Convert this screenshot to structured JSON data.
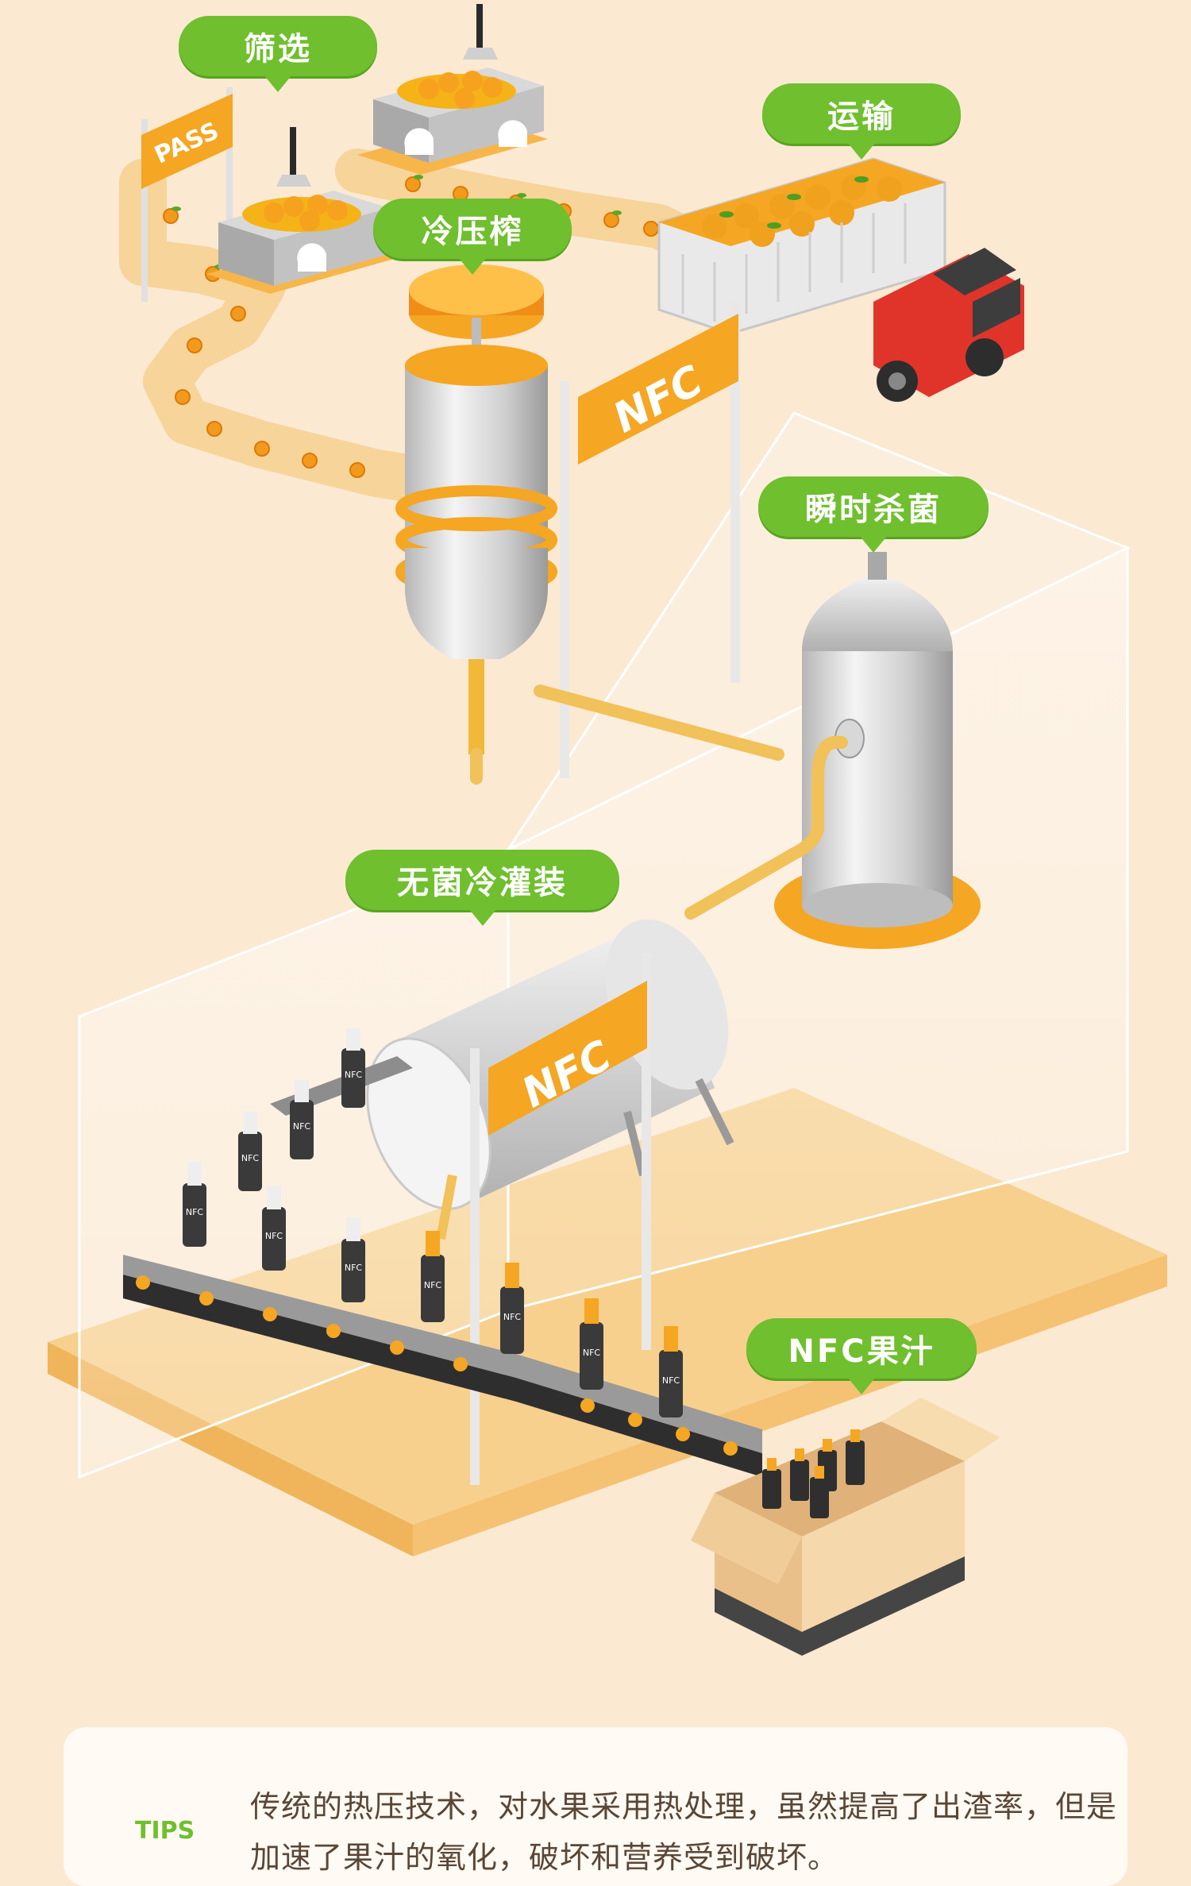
{
  "steps": {
    "screening": "筛选",
    "transport": "运输",
    "cold_press": "冷压榨",
    "flash_sterilize": "瞬时杀菌",
    "aseptic_fill": "无菌冷灌装",
    "nfc_juice": "NFC果汁"
  },
  "gate_sign": "PASS",
  "nfc_logo": "NFC",
  "bottle_label": "NFC",
  "tips": {
    "badge": "TIPS",
    "mark": "!",
    "text": "传统的热压技术，对水果采用热处理，虽然提高了出渣率，但是加速了果汁的氧化，破坏和营养受到破坏。"
  },
  "colors": {
    "accent_green": "#6fbf2e",
    "orange": "#f5a623",
    "background": "#fbe9d2",
    "truck_red": "#e0342a"
  }
}
